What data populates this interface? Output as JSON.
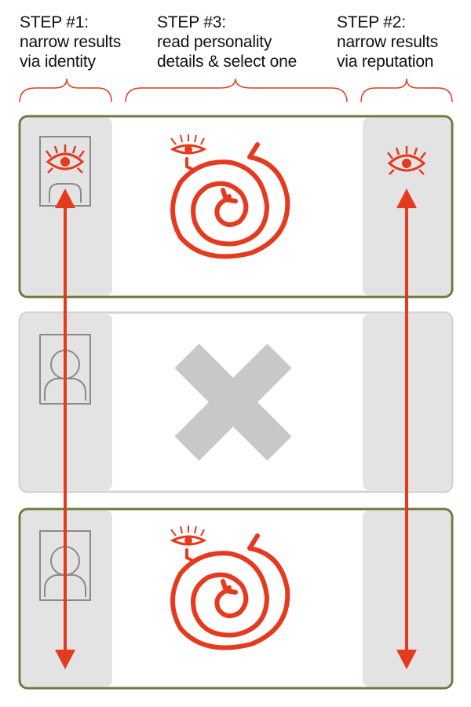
{
  "steps": [
    {
      "id": "step1",
      "title": "STEP #1:",
      "lines": [
        "narrow results",
        "via identity"
      ]
    },
    {
      "id": "step3",
      "title": "STEP #3:",
      "lines": [
        "read personality",
        "details & select one"
      ]
    },
    {
      "id": "step2",
      "title": "STEP #2:",
      "lines": [
        "narrow results",
        "via reputation"
      ]
    }
  ],
  "rows": [
    {
      "state": "selected",
      "identity_icon": "id-card-eye-icon",
      "center_icon": "eye-spiral-icon",
      "reputation_icon": "eye-icon"
    },
    {
      "state": "rejected",
      "identity_icon": "id-card-person-icon",
      "center_icon": "x-mark-icon",
      "reputation_icon": ""
    },
    {
      "state": "selected",
      "identity_icon": "id-card-person-icon",
      "center_icon": "eye-spiral-icon",
      "reputation_icon": ""
    }
  ],
  "arrows": [
    {
      "column": "identity",
      "direction": "bidirectional"
    },
    {
      "column": "reputation",
      "direction": "bidirectional"
    }
  ],
  "colors": {
    "accent": "#e63a1f",
    "selected_border": "#6b7a3e",
    "rejected_border": "#d3d3d3",
    "side_panel": "#e3e3e3",
    "icon_gray": "#8a8a8a",
    "x_mark": "#c8c8c8",
    "text": "#111111"
  }
}
